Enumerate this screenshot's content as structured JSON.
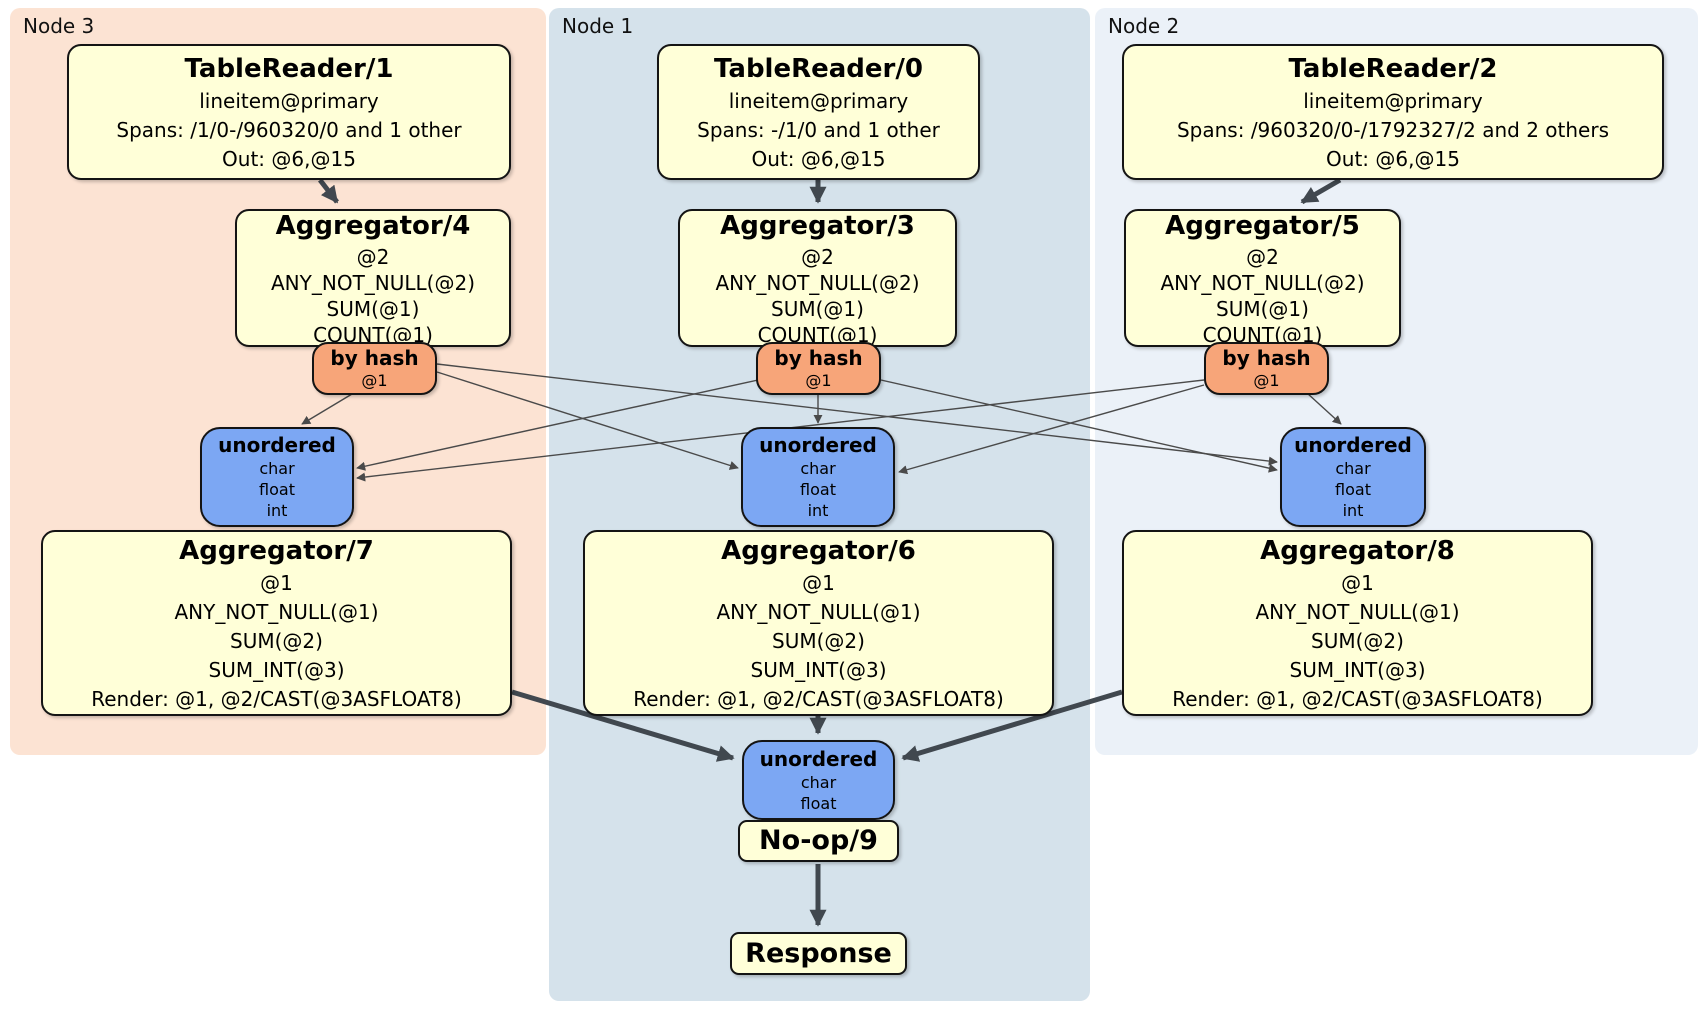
{
  "colors": {
    "node3_bg": "#FCE3D3",
    "node1_bg": "#D5E2EB",
    "node2_bg": "#EBF1F8",
    "processor_fill": "#FFFFD8",
    "router_fill": "#F7A579",
    "sync_fill": "#7CA7F3",
    "box_border": "#141414",
    "edge_thick": "#41484F",
    "edge_thin": "#4A4A4A"
  },
  "groups": [
    {
      "label": "Node 3"
    },
    {
      "label": "Node 1"
    },
    {
      "label": "Node 2"
    }
  ],
  "boxes": {
    "tr1": {
      "title": "TableReader/1",
      "lines": [
        "lineitem@primary",
        "Spans: /1/0-/960320/0 and 1 other",
        "Out: @6,@15"
      ]
    },
    "tr0": {
      "title": "TableReader/0",
      "lines": [
        "lineitem@primary",
        "Spans: -/1/0 and 1 other",
        "Out: @6,@15"
      ]
    },
    "tr2": {
      "title": "TableReader/2",
      "lines": [
        "lineitem@primary",
        "Spans: /960320/0-/1792327/2 and 2 others",
        "Out: @6,@15"
      ]
    },
    "agg4": {
      "title": "Aggregator/4",
      "lines": [
        "@2",
        "ANY_NOT_NULL(@2)",
        "SUM(@1)",
        "COUNT(@1)"
      ]
    },
    "agg3": {
      "title": "Aggregator/3",
      "lines": [
        "@2",
        "ANY_NOT_NULL(@2)",
        "SUM(@1)",
        "COUNT(@1)"
      ]
    },
    "agg5": {
      "title": "Aggregator/5",
      "lines": [
        "@2",
        "ANY_NOT_NULL(@2)",
        "SUM(@1)",
        "COUNT(@1)"
      ]
    },
    "bh3": {
      "title": "by hash",
      "lines": [
        "@1"
      ]
    },
    "bh1": {
      "title": "by hash",
      "lines": [
        "@1"
      ]
    },
    "bh2": {
      "title": "by hash",
      "lines": [
        "@1"
      ]
    },
    "un3": {
      "title": "unordered",
      "lines": [
        "char",
        "float",
        "int"
      ]
    },
    "un1": {
      "title": "unordered",
      "lines": [
        "char",
        "float",
        "int"
      ]
    },
    "un2": {
      "title": "unordered",
      "lines": [
        "char",
        "float",
        "int"
      ]
    },
    "agg7": {
      "title": "Aggregator/7",
      "lines": [
        "@1",
        "ANY_NOT_NULL(@1)",
        "SUM(@2)",
        "SUM_INT(@3)",
        "Render: @1, @2/CAST(@3ASFLOAT8)"
      ]
    },
    "agg6": {
      "title": "Aggregator/6",
      "lines": [
        "@1",
        "ANY_NOT_NULL(@1)",
        "SUM(@2)",
        "SUM_INT(@3)",
        "Render: @1, @2/CAST(@3ASFLOAT8)"
      ]
    },
    "agg8": {
      "title": "Aggregator/8",
      "lines": [
        "@1",
        "ANY_NOT_NULL(@1)",
        "SUM(@2)",
        "SUM_INT(@3)",
        "Render: @1, @2/CAST(@3ASFLOAT8)"
      ]
    },
    "unf": {
      "title": "unordered",
      "lines": [
        "char",
        "float"
      ]
    },
    "noop": {
      "title": "No-op/9"
    },
    "response": {
      "title": "Response"
    }
  }
}
